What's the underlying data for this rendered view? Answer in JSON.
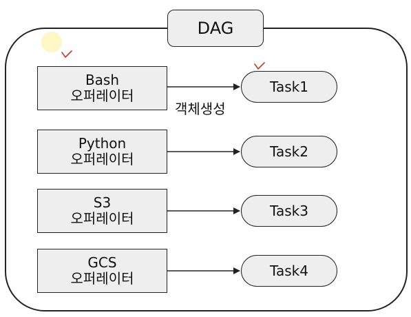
{
  "diagram": {
    "title": "DAG",
    "edge_label": "객체생성",
    "operators": [
      {
        "name": "Bash",
        "suffix": "오퍼레이터"
      },
      {
        "name": "Python",
        "suffix": "오퍼레이터"
      },
      {
        "name": "S3",
        "suffix": "오퍼레이터"
      },
      {
        "name": "GCS",
        "suffix": "오퍼레이터"
      }
    ],
    "tasks": [
      {
        "label": "Task1"
      },
      {
        "label": "Task2"
      },
      {
        "label": "Task3"
      },
      {
        "label": "Task4"
      }
    ]
  },
  "colors": {
    "box_fill": "#eeeeee",
    "stroke": "#222222",
    "annotation_mark": "#c0392b",
    "highlight": "#fff5bf"
  }
}
